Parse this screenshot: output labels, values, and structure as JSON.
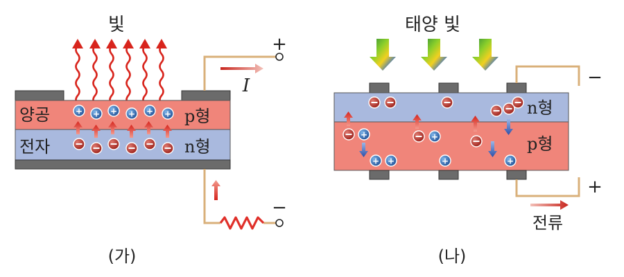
{
  "left": {
    "light_label": "빛",
    "hole_label": "양공",
    "electron_label": "전자",
    "p_type": "p형",
    "n_type": "n형",
    "current_symbol": "I",
    "plus": "+",
    "minus": "−",
    "caption": "(가)"
  },
  "right": {
    "sunlight_label": "태양 빛",
    "n_type": "n형",
    "p_type": "p형",
    "current_label": "전류",
    "minus": "−",
    "plus": "+",
    "caption": "(나)"
  },
  "colors": {
    "p_layer": "#f0857a",
    "n_layer": "#a9b9de",
    "wire": "#d9b07a",
    "arrow_red": "#e0302a",
    "electron": "#b8322b",
    "hole": "#2f6fb3"
  }
}
